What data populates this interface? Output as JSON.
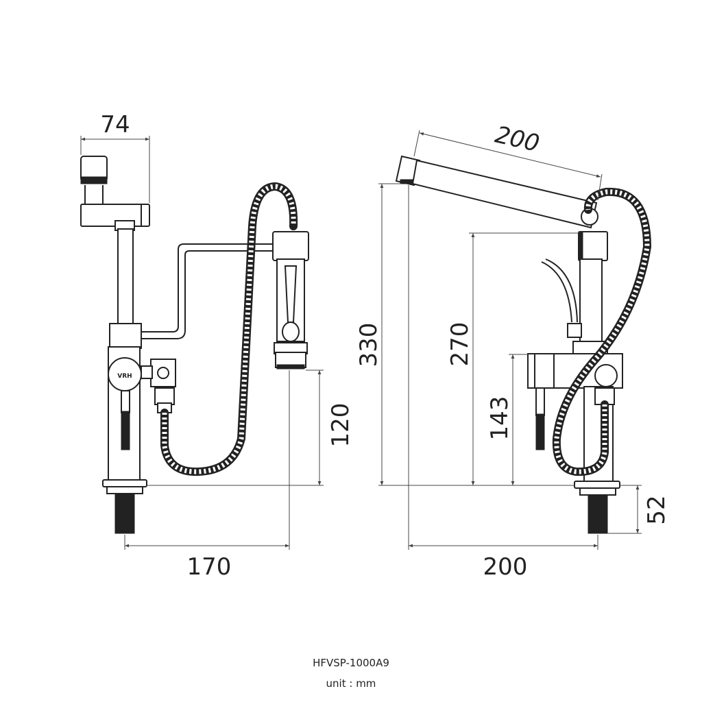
{
  "dimensions": {
    "front_width_top": "74",
    "front_width_bottom": "170",
    "front_height_hose": "120",
    "side_spout_length": "200",
    "side_total_height": "330",
    "side_height_mid": "270",
    "side_height_lever": "143",
    "side_thread_length": "52",
    "side_base_width": "200"
  },
  "caption": {
    "model": "HFVSP-1000A9",
    "unit": "unit : mm"
  },
  "logo": {
    "text": "VRH"
  },
  "colors": {
    "line": "#222222",
    "background": "#ffffff"
  }
}
